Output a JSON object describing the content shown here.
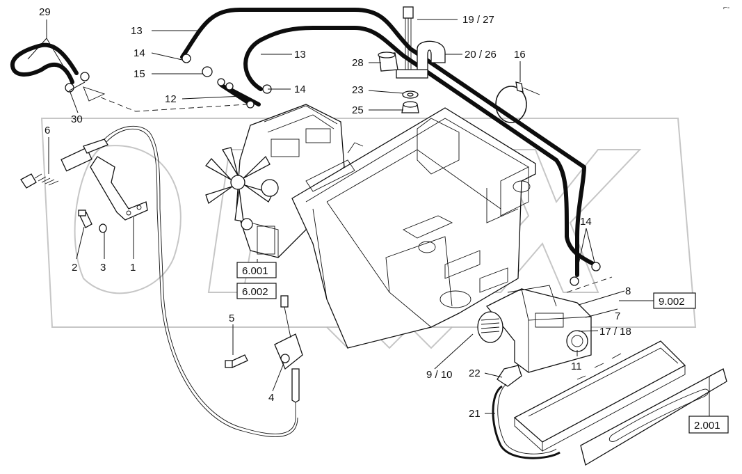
{
  "watermark": {
    "text": "OPEX",
    "color": "#bdbdbd"
  },
  "corner_mark": "⌐-",
  "callouts": [
    {
      "id": "c29",
      "text": "29"
    },
    {
      "id": "c13a",
      "text": "13"
    },
    {
      "id": "c14a",
      "text": "14"
    },
    {
      "id": "c15",
      "text": "15"
    },
    {
      "id": "c12",
      "text": "12"
    },
    {
      "id": "c13b",
      "text": "13"
    },
    {
      "id": "c14b",
      "text": "14"
    },
    {
      "id": "c30",
      "text": "30"
    },
    {
      "id": "c19_27",
      "text": "19 / 27"
    },
    {
      "id": "c20_26",
      "text": "20 / 26"
    },
    {
      "id": "c16",
      "text": "16"
    },
    {
      "id": "c28",
      "text": "28"
    },
    {
      "id": "c23",
      "text": "23"
    },
    {
      "id": "c25",
      "text": "25"
    },
    {
      "id": "c6",
      "text": "6"
    },
    {
      "id": "c2",
      "text": "2"
    },
    {
      "id": "c3",
      "text": "3"
    },
    {
      "id": "c1",
      "text": "1"
    },
    {
      "id": "c14c",
      "text": "14"
    },
    {
      "id": "c8",
      "text": "8"
    },
    {
      "id": "c7",
      "text": "7"
    },
    {
      "id": "c17_18",
      "text": "17 / 18"
    },
    {
      "id": "c11",
      "text": "11"
    },
    {
      "id": "c5",
      "text": "5"
    },
    {
      "id": "c4",
      "text": "4"
    },
    {
      "id": "c9_10",
      "text": "9 / 10"
    },
    {
      "id": "c22",
      "text": "22"
    },
    {
      "id": "c21",
      "text": "21"
    }
  ],
  "references": [
    {
      "id": "r6001",
      "text": "6.001"
    },
    {
      "id": "r6002",
      "text": "6.002"
    },
    {
      "id": "r9002",
      "text": "9.002"
    },
    {
      "id": "r2001",
      "text": "2.001"
    }
  ]
}
